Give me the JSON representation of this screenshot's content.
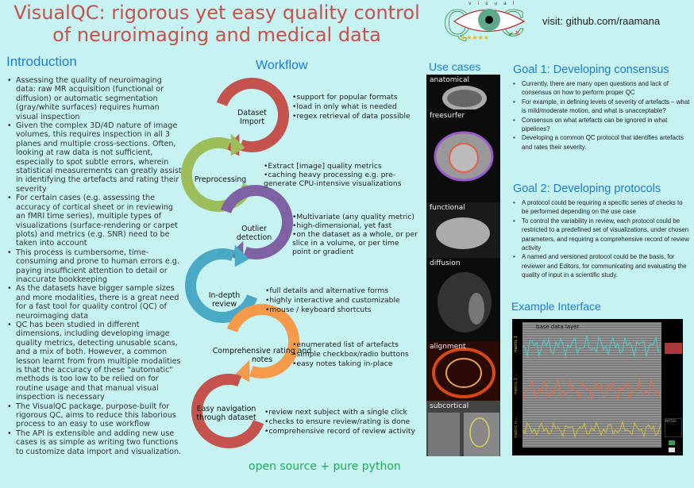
{
  "title": "VisualQC: rigorous yet easy quality control of neuroimaging and medical data",
  "visit": "visit: github.com/raamana",
  "logo_text": "visual QC",
  "intro": {
    "heading": "Introduction",
    "bullets": [
      "Assessing the quality of neuroimaging data: raw MR acquisition (functional or diffusion) or automatic segmentation (gray/white surfaces) requires human visual inspection",
      "Given the complex 3D/4D nature of image volumes, this requires inspection in all 3 planes and multiple cross-sections. Often, looking at raw data is not sufficient, especially to spot subtle errors, wherein statistical measurements can greatly assist in identifying the artefacts and rating their severity",
      "For certain cases (e.g. assessing the accuracy of cortical sheet or in reviewing an fMRI time series), multiple types of visualizations (surface-rendering or carpet plots) and metrics (e.g. SNR) need to be taken into account",
      "This process is cumbersome, time-consuming and prone to human errors e.g. paying insufficient attention to detail or inaccurate bookkeeping",
      "As the datasets have bigger sample sizes and more modalities, there is a great need for a fast tool for quality control (QC) of neuroimaging data",
      "QC has been studied in different dimensions, including developing image quality metrics, detecting unusable scans, and a mix of both. However, a common lesson learnt from from multiple modalities is that the accuracy of these \"automatic\" methods is too low to be relied on for routine usage and that manual visual inspection is necessary",
      "The VisualQC package, purpose-built for rigorous QC, aims to reduce this laborious process to an easy to use workflow",
      "The API is extensible and adding new use cases is as simple as writing two functions to customize data import and visualization."
    ]
  },
  "workflow": {
    "heading": "Workflow",
    "footer": "open source + pure python",
    "steps": [
      {
        "name": "Dataset Import",
        "color": "#c4524d",
        "points": [
          "support for popular formats",
          "load in only what is needed",
          "regex retrieval of data possible"
        ]
      },
      {
        "name": "Preprocessing",
        "color": "#9dbd5a",
        "points": [
          "Extract [image] quality metrics",
          "caching heavy processing e.g. pre-generate CPU-intensive visualizations"
        ]
      },
      {
        "name": "Outlier detection",
        "color": "#7f62a3",
        "points": [
          "Multivariate (any quality metric)",
          "high-dimensional, yet fast",
          "on the dataset as a whole, or per slice in a volume, or per time point or gradient"
        ]
      },
      {
        "name": "In-depth review",
        "color": "#4aaac6",
        "points": [
          "full details and alternative forms",
          "highly interactive and customizable",
          "mouse / keyboard shortcuts"
        ]
      },
      {
        "name": "Comprehensive rating and notes",
        "color": "#f59a4a",
        "points": [
          "enumerated list of artefacts",
          "simple checkbox/radio buttons",
          "easy notes taking in-place"
        ]
      },
      {
        "name": "Easy navigation through dataset",
        "color": "#c4524d",
        "points": [
          "review next subject with a single click",
          "checks to ensure review/rating is done",
          "comprehensive record of review activity"
        ]
      }
    ]
  },
  "use_cases": {
    "heading": "Use cases",
    "items": [
      "anatomical",
      "freesurfer",
      "functional",
      "diffusion",
      "alignment",
      "subcortical"
    ]
  },
  "goal1": {
    "heading": "Goal 1: Developing consensus",
    "bullets": [
      "Currently, there are many open questions and lack of consensus on how to perform proper QC",
      "For example, in defining levels of severity of artefacts – what is mild/moderate motion, and what is unacceptable?",
      "Consensus on what artefacts can be ignored in what pipelines?",
      "Developing a common QC protocol that identifies artefacts and rates their severity."
    ]
  },
  "goal2": {
    "heading": "Goal 2: Developing protocols",
    "bullets": [
      "A protocol could be requiring a specific series of checks to be performed depending on the use case",
      "To control the variability in review, each protocol could be restricted to a predefined set of visualizations, under chosen parameters, and requiring a comprehensive record of review activity",
      "A named and versioned protocol could be the basis, for reviewer and Editors, for communicating and evaluating the quality of input in a scientific study."
    ]
  },
  "example": {
    "heading": "Example Interface",
    "layer_label": "base data layer",
    "metrics": [
      "metric 1",
      "metric 2 ...",
      "metric n ..."
    ],
    "notes_label": "NOTES"
  }
}
